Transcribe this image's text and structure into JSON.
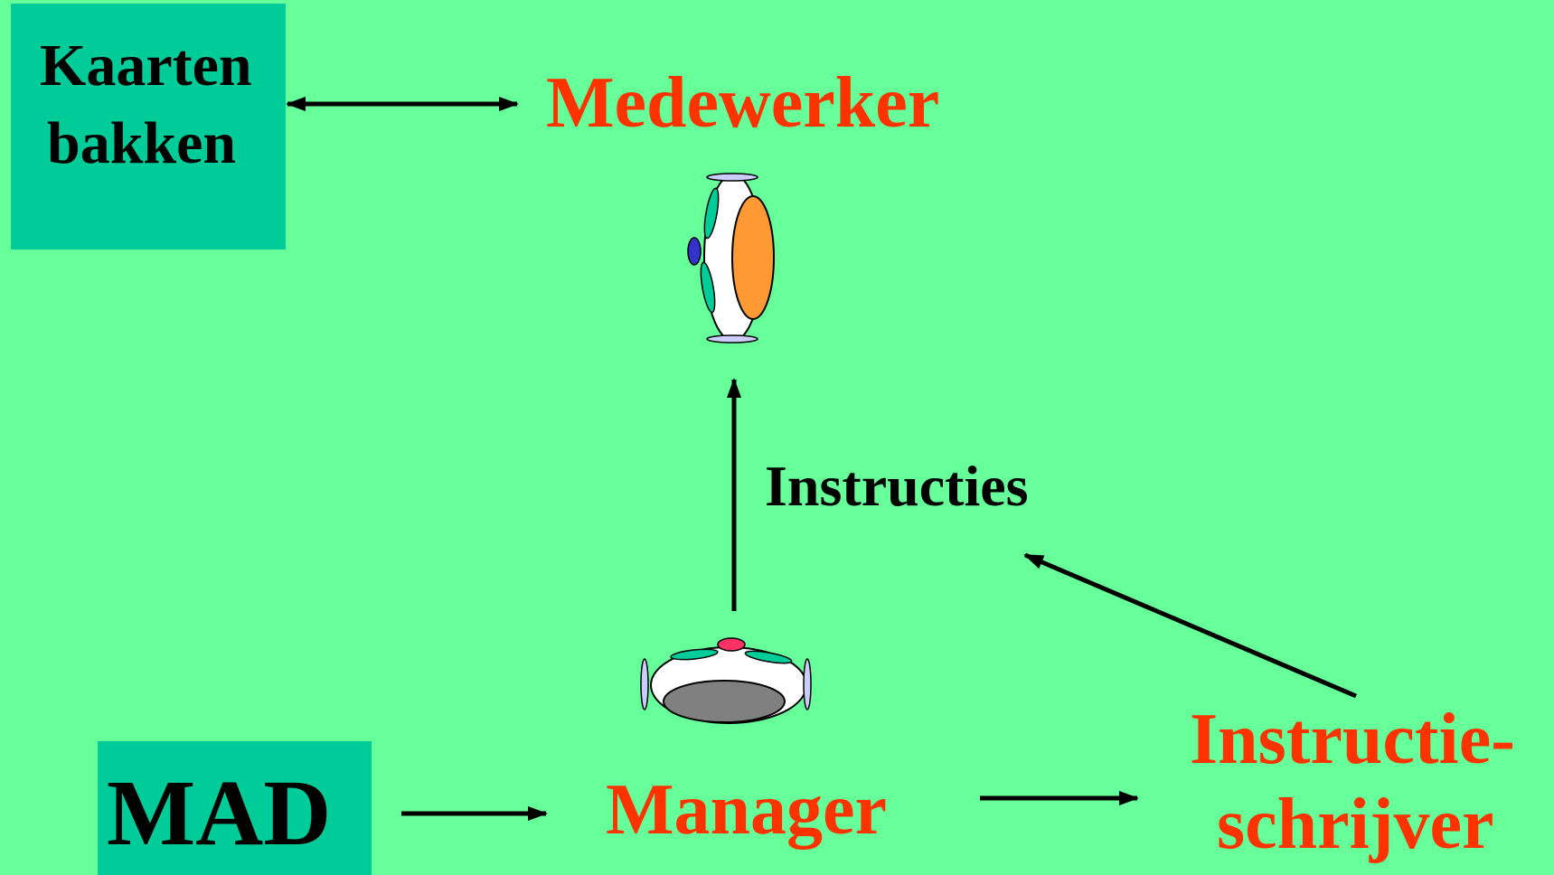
{
  "boxes": {
    "kaarten": {
      "line1": "Kaarten",
      "line2": "bakken"
    },
    "mad": {
      "label": "MAD"
    }
  },
  "actors": {
    "medewerker": "Medewerker",
    "manager": "Manager",
    "schrijver_line1": "Instructie-",
    "schrijver_line2": "schrijver"
  },
  "flows": {
    "instructies": "Instructies"
  },
  "colors": {
    "background": "#66ff99",
    "box": "#00cc99",
    "actor_text": "#ff3300",
    "label_text": "#000000"
  }
}
